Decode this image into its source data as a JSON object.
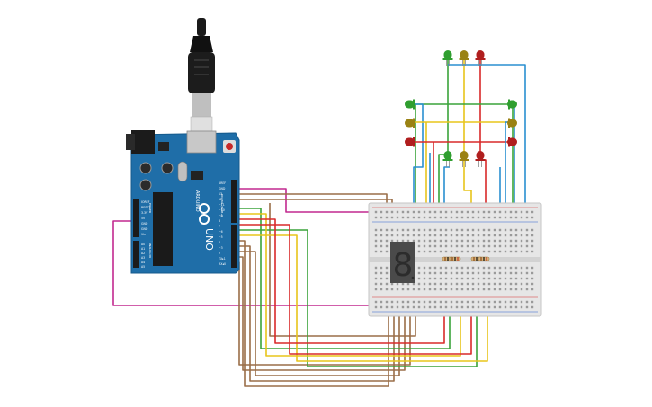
{
  "board": {
    "brand": "ARDUINO",
    "model": "UNO",
    "power_header_labels": [
      "IOREF",
      "RESET",
      "3.3V",
      "5V",
      "GND",
      "GND",
      "Vin"
    ],
    "analog_header_labels": [
      "A0",
      "A1",
      "A2",
      "A3",
      "A4",
      "A5"
    ],
    "digital_header_labels": [
      "AREF",
      "GND",
      "13",
      "12",
      "~11",
      "~10",
      "~9",
      "8",
      "7",
      "~6",
      "~5",
      "4",
      "~3",
      "2",
      "TX▸1",
      "RX◂0"
    ],
    "section_labels": {
      "power": "POWER",
      "analog": "ANALOG IN",
      "digital": "DIGITAL (PWM~)"
    }
  },
  "display": {
    "digit": "8"
  },
  "colors": {
    "board": "#1f6ea8",
    "breadboard": "#e6e6e6",
    "wire_magenta": "#c2298f",
    "wire_brown": "#9a6e48",
    "wire_green": "#3aa33a",
    "wire_yellow": "#e8c51c",
    "wire_red": "#d82a2a",
    "wire_blue": "#2a8fd0",
    "led_green": "#2f9e2f",
    "led_yellow": "#9a8214",
    "led_red": "#b01e1e"
  },
  "leds": {
    "top": [
      "green",
      "yellow",
      "red"
    ],
    "left": [
      "green",
      "yellow",
      "red"
    ],
    "right": [
      "green",
      "yellow",
      "red"
    ],
    "center": [
      "green",
      "yellow",
      "red"
    ]
  }
}
